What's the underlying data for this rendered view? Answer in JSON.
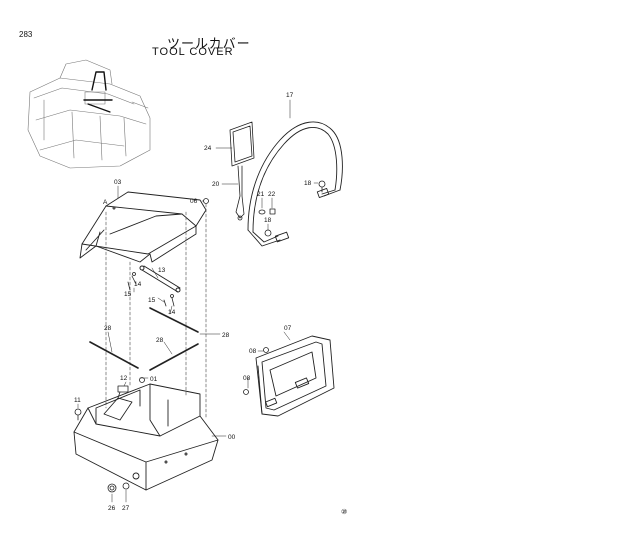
{
  "page_number": "283",
  "title_jp": "ツールカバー",
  "title_en": "TOOL COVER",
  "footer_mark": "⑩",
  "callouts": {
    "c17": "17",
    "c24": "24",
    "c20": "20",
    "c21": "21",
    "c22": "22",
    "c18a": "18",
    "c18b": "18",
    "c03": "03",
    "cA": "A",
    "c06": "06",
    "c13": "13",
    "c14a": "14",
    "c15a": "15",
    "c15b": "15",
    "c14b": "14",
    "c28a": "28",
    "c28b": "28",
    "c28c": "28",
    "c07": "07",
    "c08a": "08",
    "c08b": "08",
    "c12": "12",
    "c01": "01",
    "c11": "11",
    "c00": "00",
    "c26": "26",
    "c27": "27"
  }
}
